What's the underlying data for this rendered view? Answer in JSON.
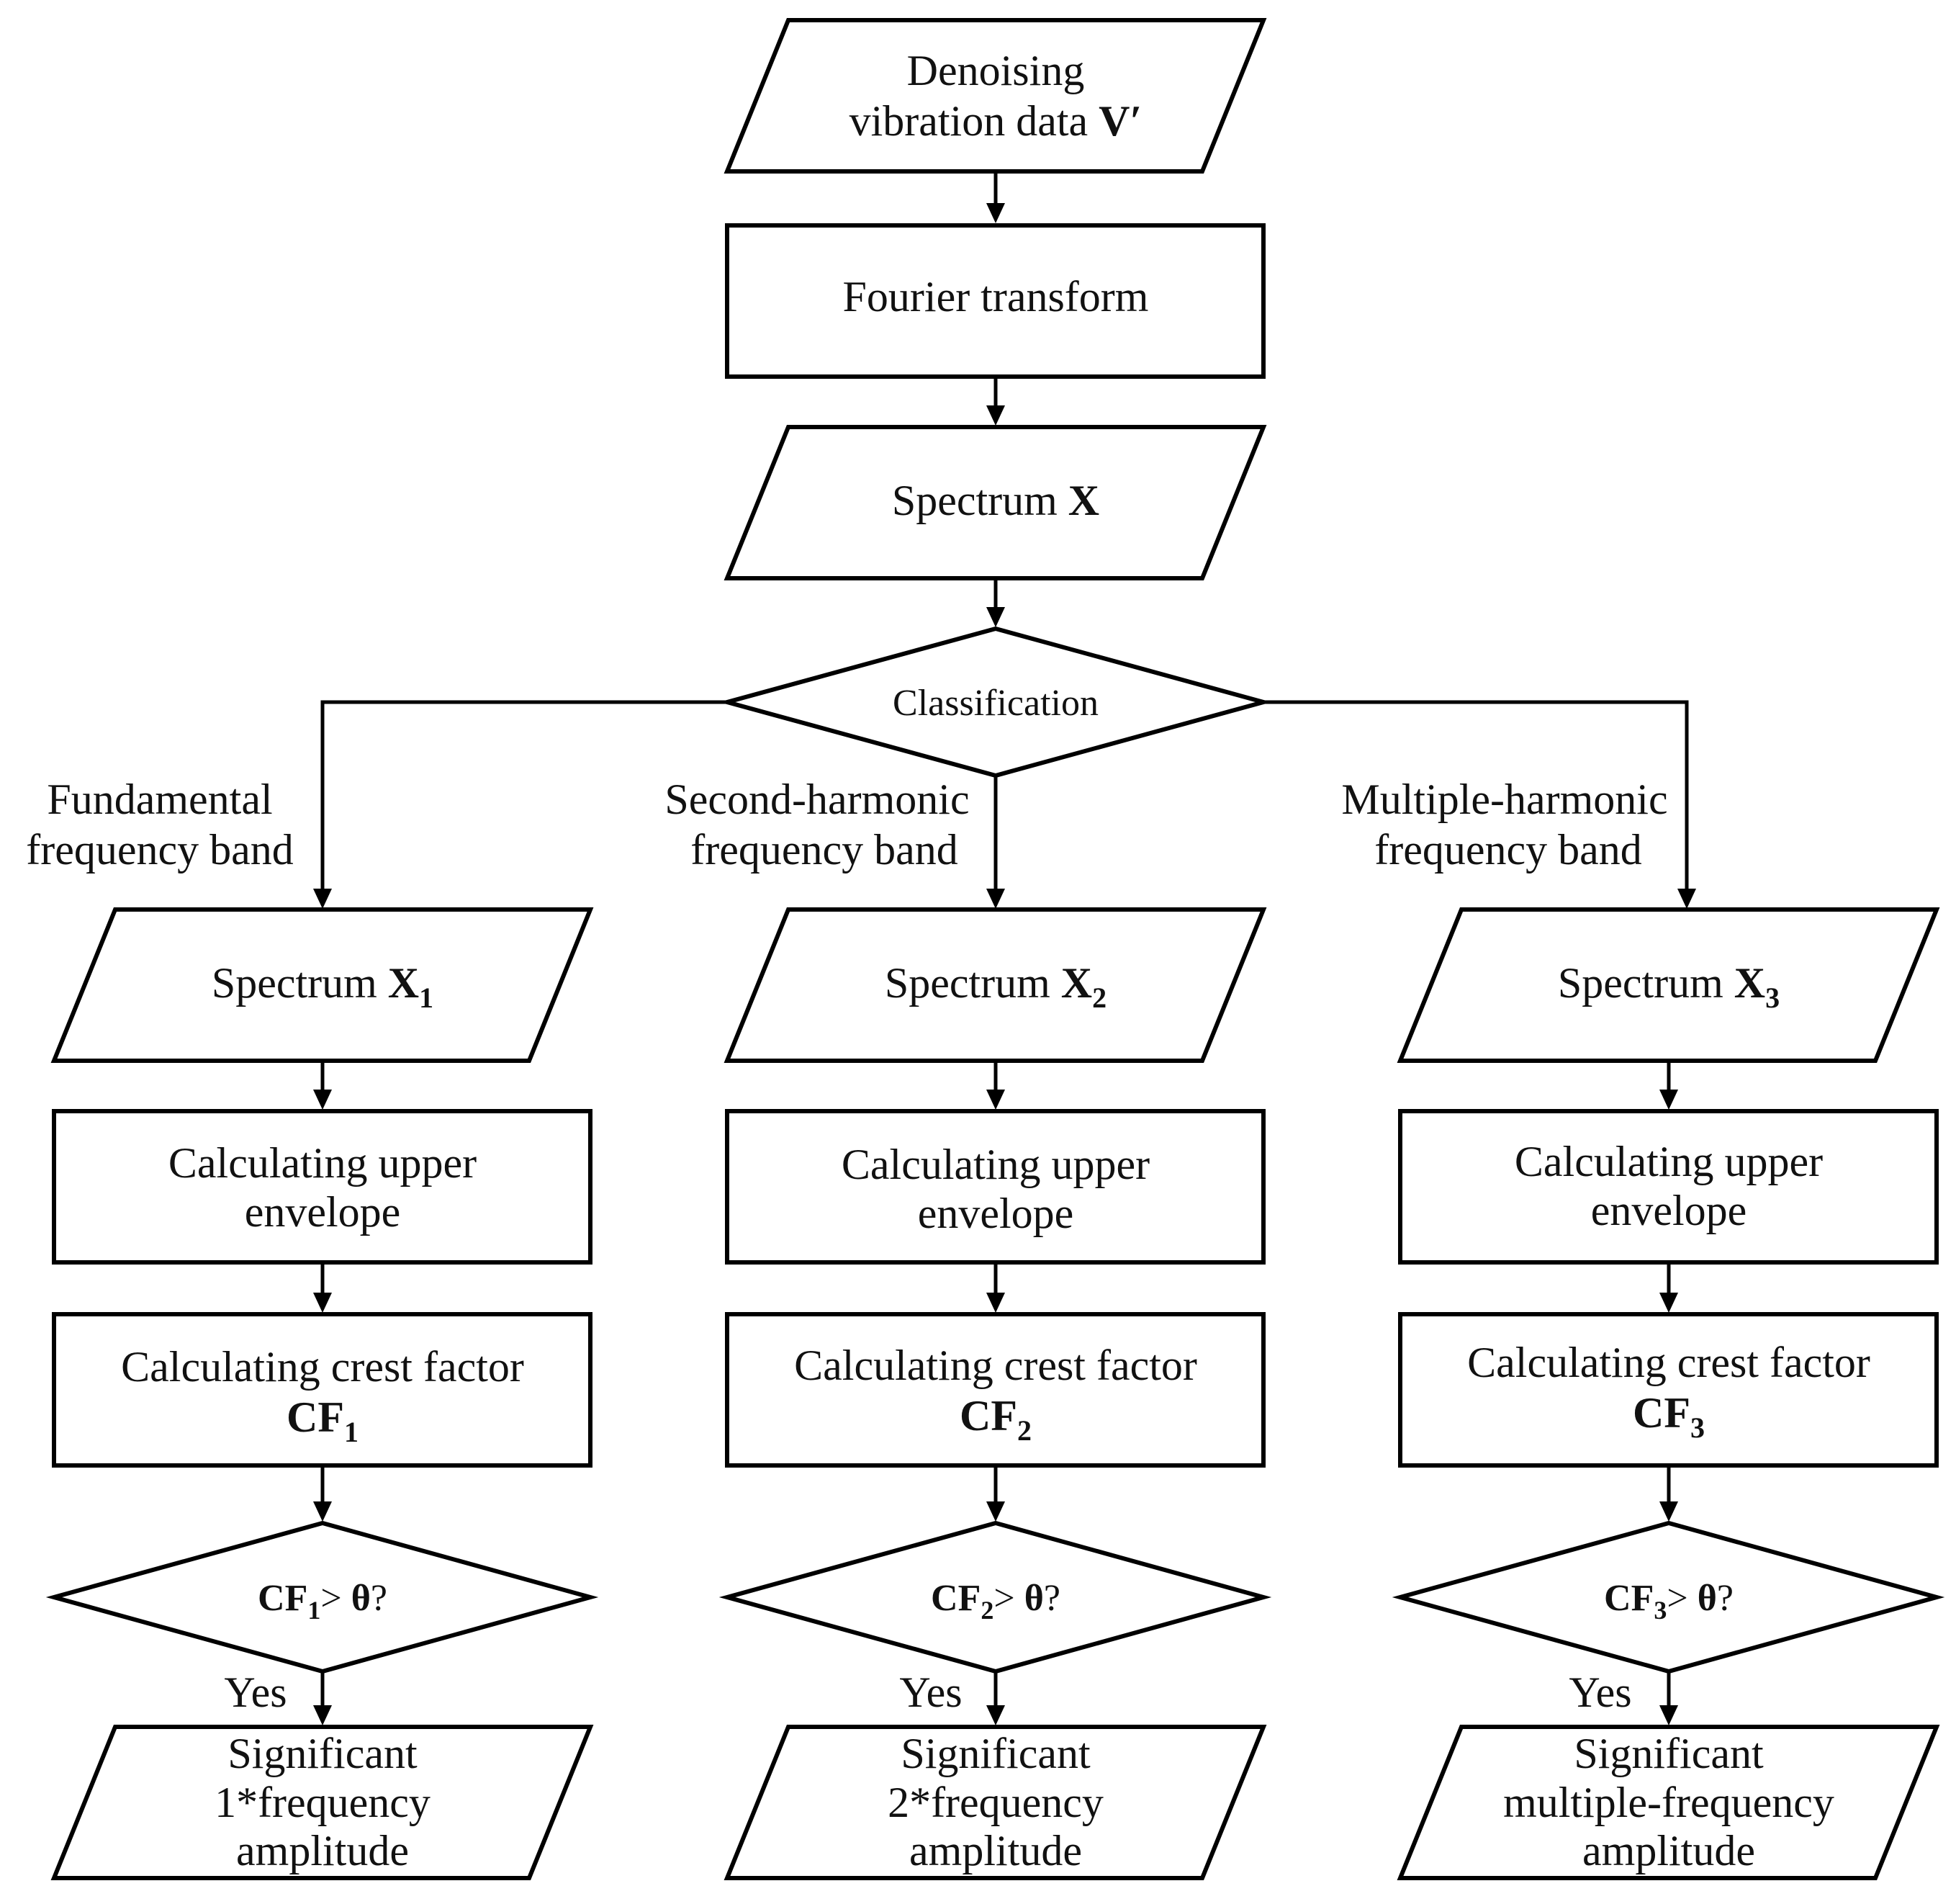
{
  "flow": {
    "input": {
      "line1": "Denoising",
      "line2_prefix": "vibration data ",
      "line2_symbol": "V′"
    },
    "fourier": "Fourier transform",
    "spectrum": {
      "prefix": "Spectrum ",
      "symbol": "X"
    },
    "classification": "Classification",
    "branches": [
      {
        "band_line1": "Fundamental",
        "band_line2": "frequency band",
        "spectrum_prefix": "Spectrum ",
        "spectrum_symbol": "X",
        "spectrum_sub": "1",
        "envelope_line1": "Calculating upper",
        "envelope_line2": "envelope",
        "crest_line1": "Calculating crest factor",
        "crest_symbol": "CF",
        "crest_sub": "1",
        "decision_symbol": "CF",
        "decision_sub": "1",
        "decision_op": "> ",
        "decision_theta": "θ",
        "decision_q": "?",
        "yes": "Yes",
        "result_line1": "Significant",
        "result_line2": "1*frequency",
        "result_line3": "amplitude"
      },
      {
        "band_line1": "Second-harmonic",
        "band_line2": "frequency band",
        "spectrum_prefix": "Spectrum ",
        "spectrum_symbol": "X",
        "spectrum_sub": "2",
        "envelope_line1": "Calculating upper",
        "envelope_line2": "envelope",
        "crest_line1": "Calculating crest factor",
        "crest_symbol": "CF",
        "crest_sub": "2",
        "decision_symbol": "CF",
        "decision_sub": "2",
        "decision_op": "> ",
        "decision_theta": "θ",
        "decision_q": "?",
        "yes": "Yes",
        "result_line1": "Significant",
        "result_line2": "2*frequency",
        "result_line3": "amplitude"
      },
      {
        "band_line1": "Multiple-harmonic",
        "band_line2": "frequency band",
        "spectrum_prefix": "Spectrum ",
        "spectrum_symbol": "X",
        "spectrum_sub": "3",
        "envelope_line1": "Calculating upper",
        "envelope_line2": "envelope",
        "crest_line1": "Calculating crest factor",
        "crest_symbol": "CF",
        "crest_sub": "3",
        "decision_symbol": "CF",
        "decision_sub": "3",
        "decision_op": "> ",
        "decision_theta": "θ",
        "decision_q": "?",
        "yes": "Yes",
        "result_line1": "Significant",
        "result_line2": "multiple-frequency",
        "result_line3": "amplitude"
      }
    ]
  }
}
